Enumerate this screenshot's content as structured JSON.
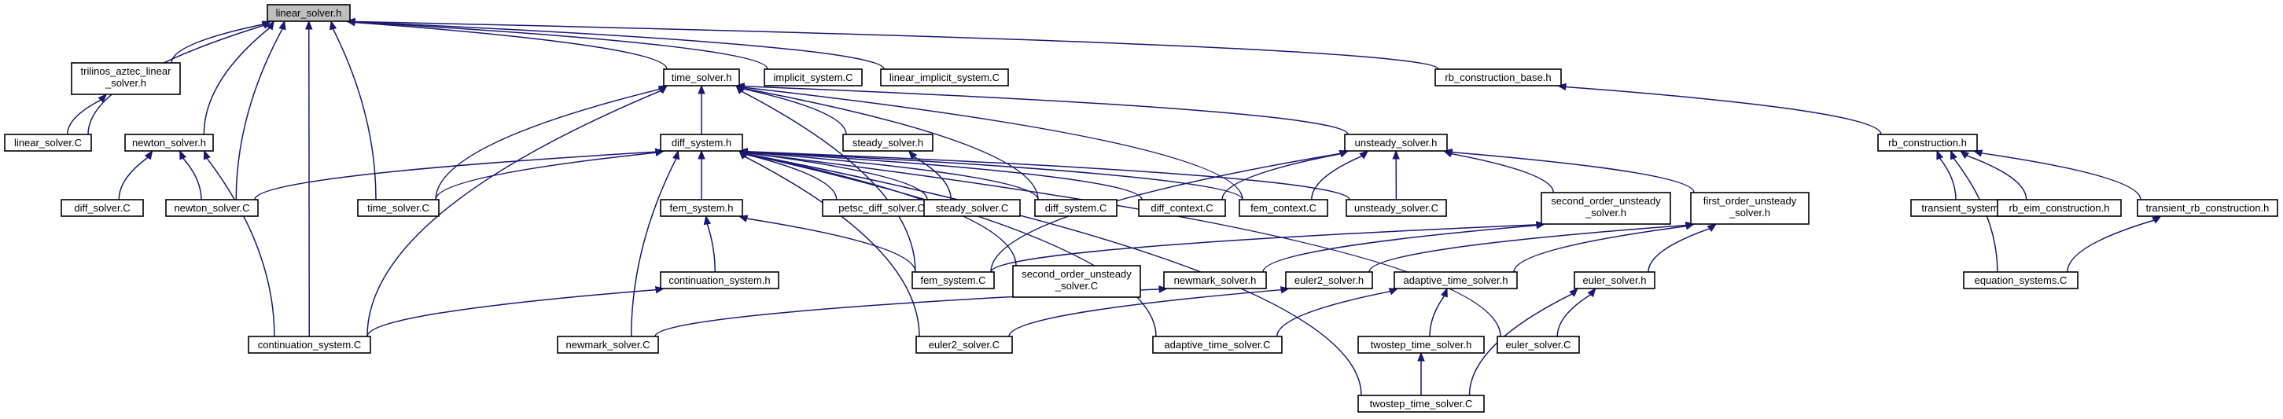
{
  "colors": {
    "edge": "#191970",
    "node_border": "#000000",
    "node_fill": "#ffffff",
    "root_fill": "#bfbfbf"
  },
  "nodes": {
    "linear_solver_h": [
      "linear_solver.h"
    ],
    "trilinos_aztec_linear_solver_h": [
      "trilinos_aztec_linear",
      "_solver.h"
    ],
    "linear_solver_C": [
      "linear_solver.C"
    ],
    "newton_solver_h": [
      "newton_solver.h"
    ],
    "diff_solver_C": [
      "diff_solver.C"
    ],
    "newton_solver_C": [
      "newton_solver.C"
    ],
    "time_solver_h": [
      "time_solver.h"
    ],
    "implicit_system_C": [
      "implicit_system.C"
    ],
    "linear_implicit_system_C": [
      "linear_implicit_system.C"
    ],
    "rb_construction_base_h": [
      "rb_construction_base.h"
    ],
    "rb_construction_h": [
      "rb_construction.h"
    ],
    "transient_system_C": [
      "transient_system.C"
    ],
    "rb_eim_construction_h": [
      "rb_eim_construction.h"
    ],
    "transient_rb_construction_h": [
      "transient_rb_construction.h"
    ],
    "equation_systems_C": [
      "equation_systems.C"
    ],
    "diff_system_h": [
      "diff_system.h"
    ],
    "steady_solver_h": [
      "steady_solver.h"
    ],
    "unsteady_solver_h": [
      "unsteady_solver.h"
    ],
    "time_solver_C": [
      "time_solver.C"
    ],
    "fem_system_h": [
      "fem_system.h"
    ],
    "petsc_diff_solver_C": [
      "petsc_diff_solver.C"
    ],
    "steady_solver_C": [
      "steady_solver.C"
    ],
    "diff_system_C": [
      "diff_system.C"
    ],
    "diff_context_C": [
      "diff_context.C"
    ],
    "fem_context_C": [
      "fem_context.C"
    ],
    "unsteady_solver_C": [
      "unsteady_solver.C"
    ],
    "second_order_unsteady_solver_h": [
      "second_order_unsteady",
      "_solver.h"
    ],
    "first_order_unsteady_solver_h": [
      "first_order_unsteady",
      "_solver.h"
    ],
    "continuation_system_h": [
      "continuation_system.h"
    ],
    "fem_system_C": [
      "fem_system.C"
    ],
    "second_order_unsteady_solver_C": [
      "second_order_unsteady",
      "_solver.C"
    ],
    "newmark_solver_h": [
      "newmark_solver.h"
    ],
    "euler2_solver_h": [
      "euler2_solver.h"
    ],
    "adaptive_time_solver_h": [
      "adaptive_time_solver.h"
    ],
    "euler_solver_h": [
      "euler_solver.h"
    ],
    "continuation_system_C": [
      "continuation_system.C"
    ],
    "newmark_solver_C": [
      "newmark_solver.C"
    ],
    "euler2_solver_C": [
      "euler2_solver.C"
    ],
    "adaptive_time_solver_C": [
      "adaptive_time_solver.C"
    ],
    "twostep_time_solver_h": [
      "twostep_time_solver.h"
    ],
    "euler_solver_C": [
      "euler_solver.C"
    ],
    "twostep_time_solver_C": [
      "twostep_time_solver.C"
    ]
  },
  "edges": [
    [
      "trilinos_aztec_linear_solver_h",
      "linear_solver_h"
    ],
    [
      "linear_solver_C",
      "linear_solver_h"
    ],
    [
      "newton_solver_h",
      "linear_solver_h"
    ],
    [
      "newton_solver_C",
      "linear_solver_h"
    ],
    [
      "continuation_system_C",
      "linear_solver_h"
    ],
    [
      "time_solver_C",
      "linear_solver_h"
    ],
    [
      "time_solver_h",
      "linear_solver_h"
    ],
    [
      "implicit_system_C",
      "linear_solver_h"
    ],
    [
      "linear_implicit_system_C",
      "linear_solver_h"
    ],
    [
      "rb_construction_base_h",
      "linear_solver_h"
    ],
    [
      "linear_solver_C",
      "trilinos_aztec_linear_solver_h"
    ],
    [
      "diff_solver_C",
      "newton_solver_h"
    ],
    [
      "newton_solver_C",
      "newton_solver_h"
    ],
    [
      "continuation_system_C",
      "newton_solver_h"
    ],
    [
      "diff_system_h",
      "time_solver_h"
    ],
    [
      "steady_solver_h",
      "time_solver_h"
    ],
    [
      "unsteady_solver_h",
      "time_solver_h"
    ],
    [
      "time_solver_C",
      "time_solver_h"
    ],
    [
      "diff_system_C",
      "time_solver_h"
    ],
    [
      "fem_context_C",
      "time_solver_h"
    ],
    [
      "fem_system_C",
      "time_solver_h"
    ],
    [
      "continuation_system_C",
      "time_solver_h"
    ],
    [
      "rb_construction_h",
      "rb_construction_base_h"
    ],
    [
      "transient_system_C",
      "rb_construction_h"
    ],
    [
      "rb_eim_construction_h",
      "rb_construction_h"
    ],
    [
      "transient_rb_construction_h",
      "rb_construction_h"
    ],
    [
      "equation_systems_C",
      "rb_construction_h"
    ],
    [
      "equation_systems_C",
      "transient_rb_construction_h"
    ],
    [
      "newton_solver_C",
      "diff_system_h"
    ],
    [
      "time_solver_C",
      "diff_system_h"
    ],
    [
      "fem_system_h",
      "diff_system_h"
    ],
    [
      "petsc_diff_solver_C",
      "diff_system_h"
    ],
    [
      "steady_solver_C",
      "diff_system_h"
    ],
    [
      "diff_system_C",
      "diff_system_h"
    ],
    [
      "diff_context_C",
      "diff_system_h"
    ],
    [
      "fem_context_C",
      "diff_system_h"
    ],
    [
      "unsteady_solver_C",
      "diff_system_h"
    ],
    [
      "second_order_unsteady_solver_C",
      "diff_system_h"
    ],
    [
      "newmark_solver_C",
      "diff_system_h"
    ],
    [
      "euler2_solver_C",
      "diff_system_h"
    ],
    [
      "adaptive_time_solver_C",
      "diff_system_h"
    ],
    [
      "euler_solver_C",
      "diff_system_h"
    ],
    [
      "twostep_time_solver_C",
      "diff_system_h"
    ],
    [
      "steady_solver_C",
      "steady_solver_h"
    ],
    [
      "diff_context_C",
      "unsteady_solver_h"
    ],
    [
      "fem_context_C",
      "unsteady_solver_h"
    ],
    [
      "unsteady_solver_C",
      "unsteady_solver_h"
    ],
    [
      "second_order_unsteady_solver_h",
      "unsteady_solver_h"
    ],
    [
      "first_order_unsteady_solver_h",
      "unsteady_solver_h"
    ],
    [
      "fem_system_C",
      "unsteady_solver_h"
    ],
    [
      "continuation_system_h",
      "fem_system_h"
    ],
    [
      "fem_system_C",
      "fem_system_h"
    ],
    [
      "continuation_system_C",
      "continuation_system_h"
    ],
    [
      "fem_system_C",
      "second_order_unsteady_solver_h"
    ],
    [
      "newmark_solver_h",
      "second_order_unsteady_solver_h"
    ],
    [
      "euler2_solver_h",
      "first_order_unsteady_solver_h"
    ],
    [
      "adaptive_time_solver_h",
      "first_order_unsteady_solver_h"
    ],
    [
      "euler_solver_h",
      "first_order_unsteady_solver_h"
    ],
    [
      "newmark_solver_C",
      "newmark_solver_h"
    ],
    [
      "euler2_solver_C",
      "euler2_solver_h"
    ],
    [
      "adaptive_time_solver_C",
      "adaptive_time_solver_h"
    ],
    [
      "twostep_time_solver_h",
      "adaptive_time_solver_h"
    ],
    [
      "twostep_time_solver_C",
      "twostep_time_solver_h"
    ],
    [
      "euler_solver_C",
      "euler_solver_h"
    ],
    [
      "twostep_time_solver_C",
      "euler_solver_h"
    ]
  ]
}
